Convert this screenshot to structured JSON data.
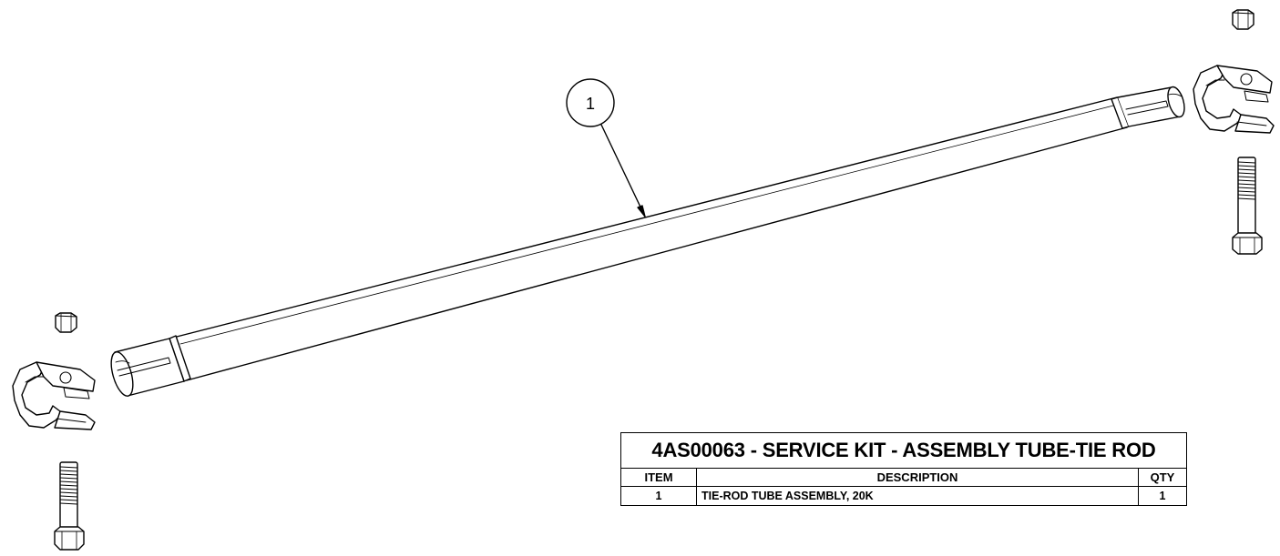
{
  "balloon": {
    "label": "1"
  },
  "bom": {
    "title": "4AS00063 - SERVICE KIT - ASSEMBLY TUBE-TIE ROD",
    "columns": {
      "item": "ITEM",
      "description": "DESCRIPTION",
      "qty": "QTY"
    },
    "rows": [
      {
        "item": "1",
        "description": "TIE-ROD TUBE ASSEMBLY, 20K",
        "qty": "1"
      }
    ]
  }
}
